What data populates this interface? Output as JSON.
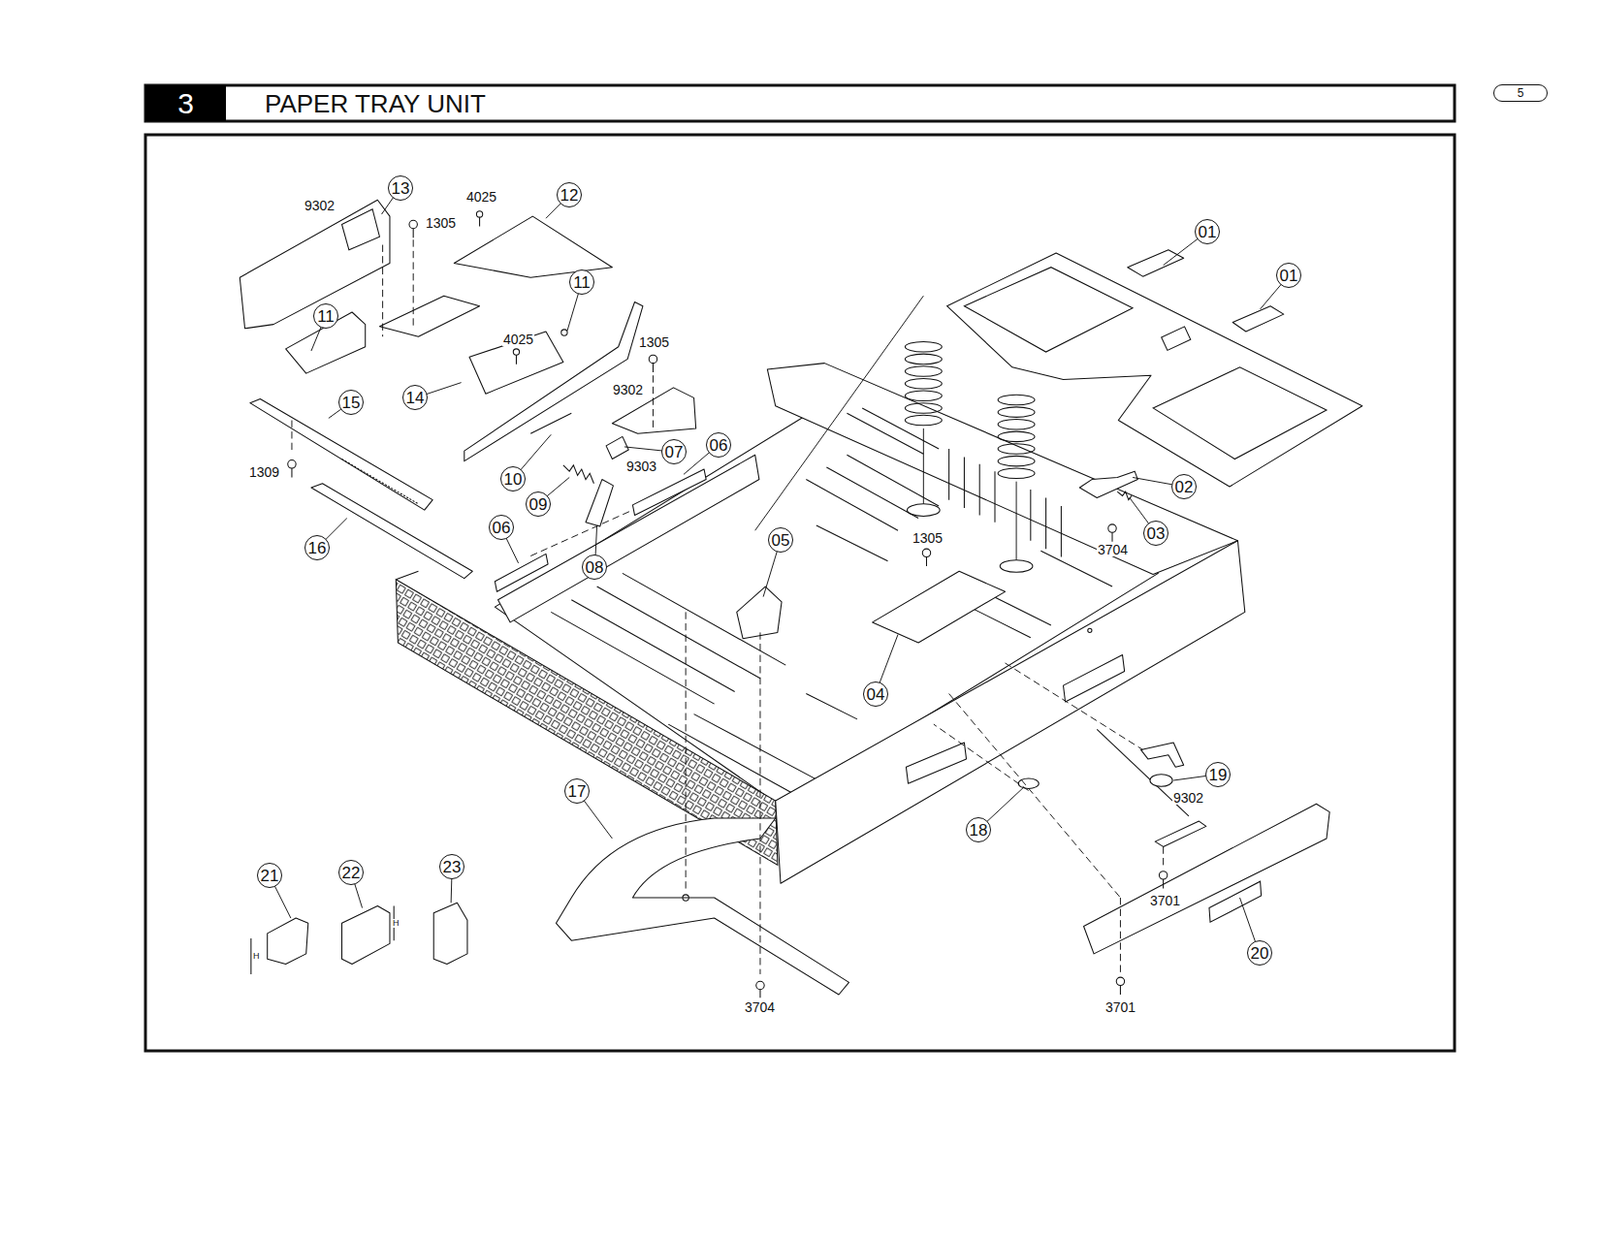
{
  "diagram": {
    "title": "PAPER TRAY UNIT",
    "nodes": [
      {
        "text": [
          "3"
        ]
      },
      {
        "text": [
          "5"
        ]
      },
      {
        "text": [
          "13"
        ]
      },
      {
        "text": [
          "12"
        ]
      },
      {
        "text": [
          "01"
        ]
      },
      {
        "text": [
          "01"
        ]
      },
      {
        "text": [
          "11"
        ]
      },
      {
        "text": [
          "11"
        ]
      },
      {
        "text": [
          "14"
        ]
      },
      {
        "text": [
          "15"
        ]
      },
      {
        "text": [
          "06"
        ]
      },
      {
        "text": [
          "07"
        ]
      },
      {
        "text": [
          "10"
        ]
      },
      {
        "text": [
          "02"
        ]
      },
      {
        "text": [
          "09"
        ]
      },
      {
        "text": [
          "03"
        ]
      },
      {
        "text": [
          "06"
        ]
      },
      {
        "text": [
          "05"
        ]
      },
      {
        "text": [
          "16"
        ]
      },
      {
        "text": [
          "08"
        ]
      },
      {
        "text": [
          "04"
        ]
      },
      {
        "text": [
          "19"
        ]
      },
      {
        "text": [
          "17"
        ]
      },
      {
        "text": [
          "18"
        ]
      },
      {
        "text": [
          "23"
        ]
      },
      {
        "text": [
          "22"
        ]
      },
      {
        "text": [
          "21"
        ]
      },
      {
        "text": [
          "20"
        ]
      }
    ],
    "labels": [
      "9302",
      "4025",
      "1305",
      "4025",
      "1305",
      "9302",
      "1309",
      "9303",
      "1305",
      "3704",
      "9302",
      "3701",
      "3704",
      "3701",
      "H",
      "H"
    ]
  }
}
